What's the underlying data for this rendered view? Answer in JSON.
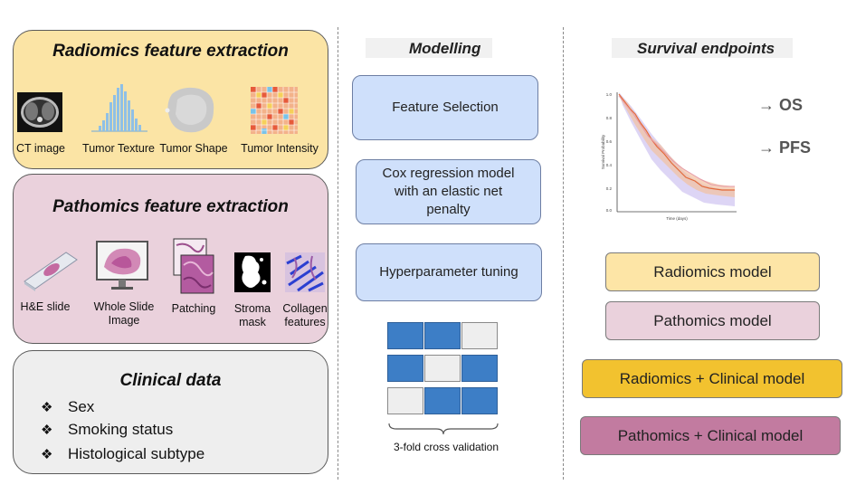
{
  "radiomics": {
    "title": "Radiomics feature extraction",
    "items": [
      "CT image",
      "Tumor Texture",
      "Tumor Shape",
      "Tumor Intensity"
    ],
    "color": "#fbe4a5"
  },
  "pathomics": {
    "title": "Pathomics feature extraction",
    "items": [
      "H&E slide",
      "Whole Slide\nImage",
      "Patching",
      "Stroma\nmask",
      "Collagen\nfeatures"
    ],
    "color": "#ead1dc"
  },
  "clinical": {
    "title": "Clinical data",
    "items": [
      "Sex",
      "Smoking status",
      "Histological subtype"
    ],
    "bullet": "❖",
    "color": "#eeeeee"
  },
  "modelling": {
    "title": "Modelling",
    "steps": [
      "Feature Selection",
      "Cox regression model\nwith an elastic net\npenalty",
      "Hyperparameter tuning"
    ],
    "cv_label": "3-fold cross validation",
    "cv_pattern": [
      [
        1,
        1,
        0
      ],
      [
        1,
        0,
        1
      ],
      [
        0,
        1,
        1
      ]
    ],
    "fold_color": "#3d7ec6"
  },
  "survival": {
    "title": "Survival endpoints",
    "endpoints": [
      "→ OS",
      "→ PFS"
    ],
    "km_ylabel": "Survival Probability",
    "km_xlabel": "Time (days)",
    "km_yticks": [
      "1.0",
      "0.8",
      "0.6",
      "0.4",
      "0.2",
      "0.0"
    ],
    "models": [
      {
        "label": "Radiomics model",
        "color": "#fde5a6"
      },
      {
        "label": "Pathomics model",
        "color": "#ead1dc"
      },
      {
        "label": "Radiomics + Clinical model",
        "color": "#f2c22f"
      },
      {
        "label": "Pathomics + Clinical model",
        "color": "#c27ba0"
      }
    ]
  }
}
